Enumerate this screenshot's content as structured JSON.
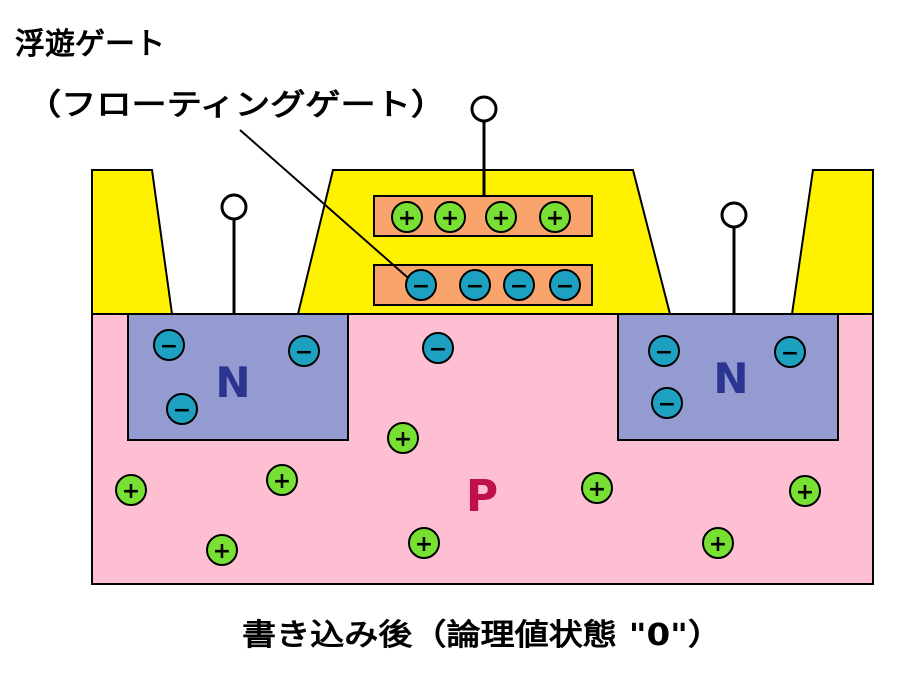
{
  "labels": {
    "floating_gate_title": "浮遊ゲート",
    "floating_gate_reading": "（フローティングゲート）",
    "caption": "書き込み後（論理値状態 \"0\"）"
  },
  "regions": {
    "n_left": "N",
    "n_right": "N",
    "p_substrate": "P"
  },
  "charges": {
    "positive_sign": "+",
    "negative_sign": "−"
  },
  "colors": {
    "substrate": "#ffbfd3",
    "n_region": "#939bd0",
    "oxide": "#fff200",
    "gate": "#f8a46c",
    "positive_fill": "#78e032",
    "negative_fill": "#1ea0c0",
    "n_letter": "#2b3490",
    "p_letter": "#c0104a"
  }
}
